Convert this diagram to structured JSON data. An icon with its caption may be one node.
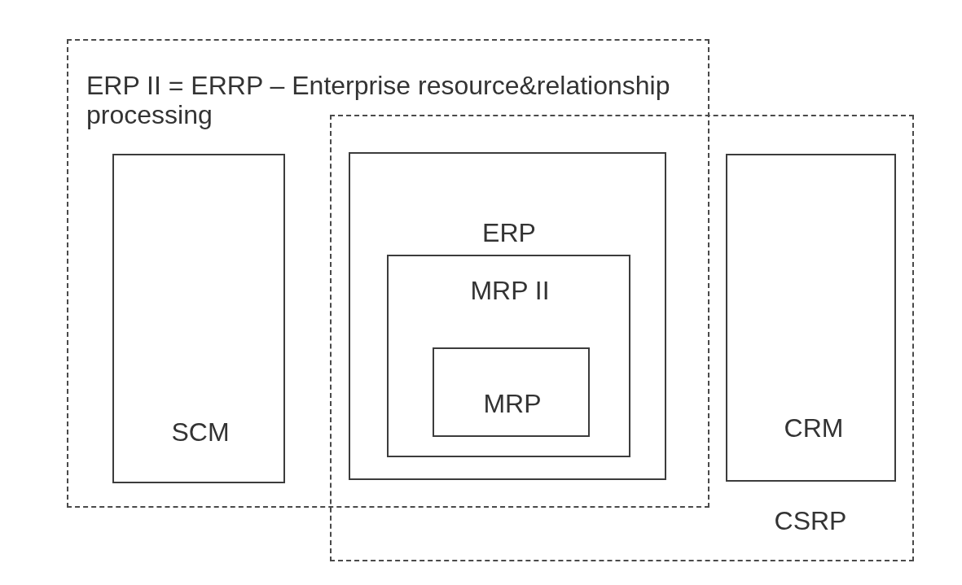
{
  "diagram": {
    "nodes": [
      {
        "text": [
          "ERP II = ERRP – Enterprise resource&relationship processing"
        ]
      },
      {
        "text": [
          "SCM"
        ],
        "in": 0
      },
      {
        "text": [
          "CSRP"
        ]
      },
      {
        "text": [
          "ERP"
        ]
      },
      {
        "text": [
          "MRP II"
        ],
        "in": 3
      },
      {
        "text": [
          "MRP"
        ],
        "in": 4
      },
      {
        "text": [
          "CRM"
        ],
        "in": 2
      }
    ]
  }
}
